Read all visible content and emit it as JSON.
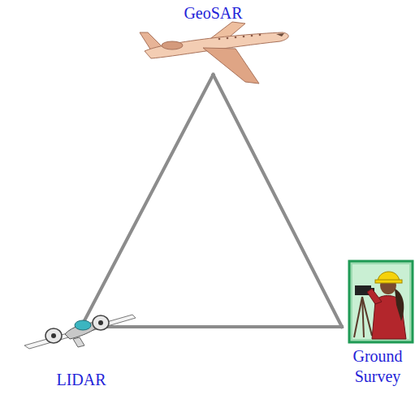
{
  "diagram": {
    "nodes": [
      {
        "text": [
          "GeoSAR"
        ]
      },
      {
        "text": [
          "LIDAR"
        ]
      },
      {
        "text": [
          "Ground Survey"
        ]
      }
    ],
    "edges": [
      {
        "from": 0,
        "to": 1,
        "arrow": "none"
      },
      {
        "from": 1,
        "to": 2,
        "arrow": "none"
      },
      {
        "from": 2,
        "to": 0,
        "arrow": "none"
      }
    ]
  }
}
